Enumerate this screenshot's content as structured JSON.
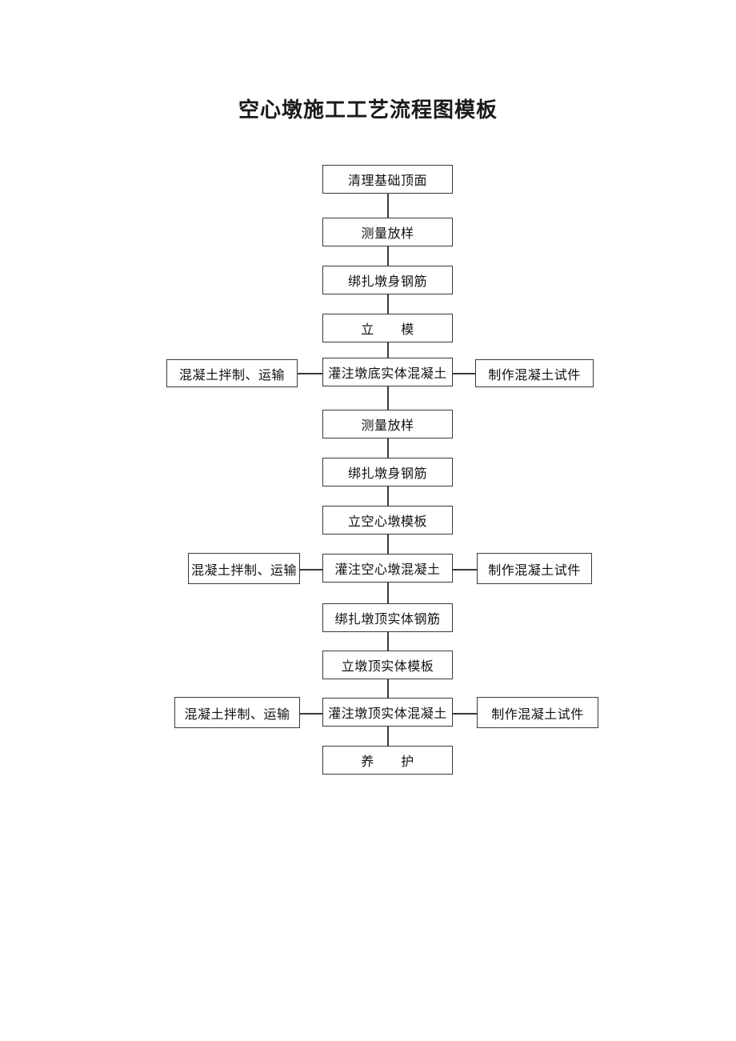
{
  "document": {
    "title": "空心墩施工工艺流程图模板"
  },
  "flowchart": {
    "type": "process-flowchart",
    "orientation": "vertical",
    "main_steps": [
      {
        "id": "step-1",
        "label": "清理基础顶面"
      },
      {
        "id": "step-2",
        "label": "测量放样"
      },
      {
        "id": "step-3",
        "label": "绑扎墩身钢筋"
      },
      {
        "id": "step-4",
        "label": "立      模"
      },
      {
        "id": "step-5",
        "label": "灌注墩底实体混凝土"
      },
      {
        "id": "step-6",
        "label": "测量放样"
      },
      {
        "id": "step-7",
        "label": "绑扎墩身钢筋"
      },
      {
        "id": "step-8",
        "label": "立空心墩模板"
      },
      {
        "id": "step-9",
        "label": "灌注空心墩混凝土"
      },
      {
        "id": "step-10",
        "label": "绑扎墩顶实体钢筋"
      },
      {
        "id": "step-11",
        "label": "立墩顶实体模板"
      },
      {
        "id": "step-12",
        "label": "灌注墩顶实体混凝土"
      },
      {
        "id": "step-13",
        "label": "养      护"
      }
    ],
    "side_rows": [
      {
        "id": "row-1",
        "left_label": "混凝土拌制、运输",
        "center_step": "灌注墩底实体混凝土",
        "right_label": "制作混凝土试件"
      },
      {
        "id": "row-2",
        "left_label": "混凝土拌制、运输",
        "center_step": "灌注空心墩混凝土",
        "right_label": "制作混凝土试件"
      },
      {
        "id": "row-3",
        "left_label": "混凝土拌制、运输",
        "center_step": "灌注墩顶实体混凝土",
        "right_label": "制作混凝土试件"
      }
    ],
    "colors": {
      "box_border": "#3a3a3a",
      "box_fill": "#ffffff",
      "connector": "#3a3a3a",
      "text": "#111111",
      "background": "#ffffff"
    }
  }
}
